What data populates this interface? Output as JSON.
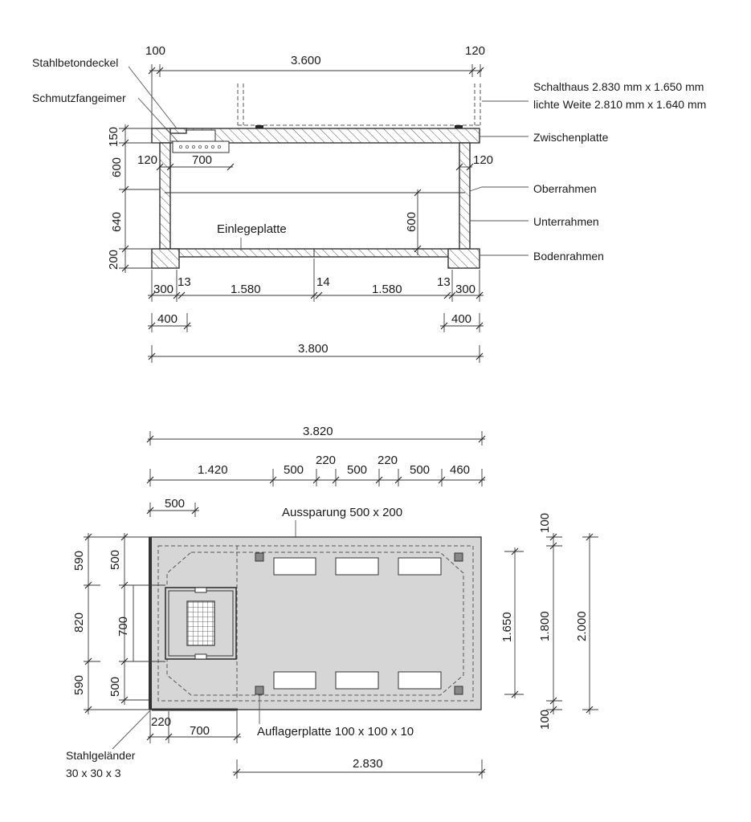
{
  "section": {
    "dims_top": {
      "left": "100",
      "span": "3.600",
      "right": "120"
    },
    "dims_left": {
      "d150": "150",
      "d600": "600",
      "d640": "640",
      "d200": "200"
    },
    "dims_inner": {
      "d120_left": "120",
      "d700": "700",
      "d120_right": "120",
      "d600_right": "600"
    },
    "dims_bottom_row1": {
      "d300a": "300",
      "d13a": "13",
      "d1580a": "1.580",
      "d14": "14",
      "d1580b": "1.580",
      "d13b": "13",
      "d300b": "300"
    },
    "dims_bottom_row2": {
      "d400a": "400",
      "d400b": "400"
    },
    "dims_bottom_total": "3.800",
    "labels": {
      "stahlbetondeckel": "Stahlbetondeckel",
      "schmutzfangeimer": "Schmutzfangeimer",
      "einlegeplatte": "Einlegeplatte",
      "schalthaus_line1": "Schalthaus 2.830 mm x 1.650 mm",
      "schalthaus_line2": "lichte Weite 2.810 mm x 1.640 mm",
      "zwischenplatte": "Zwischenplatte",
      "oberrahmen": "Oberrahmen",
      "unterrahmen": "Unterrahmen",
      "bodenrahmen": "Bodenrahmen"
    }
  },
  "plan": {
    "dims_top_total": "3.820",
    "dims_top_row": {
      "d1420": "1.420",
      "d500a": "500",
      "d220a": "220",
      "d500b": "500",
      "d220b": "220",
      "d500c": "500",
      "d460": "460"
    },
    "dims_top_small": "500",
    "aussparung_label": "Aussparung 500 x 200",
    "dims_left_outer": {
      "d590a": "590",
      "d820": "820",
      "d590b": "590"
    },
    "dims_left_inner": {
      "d500a": "500",
      "d700": "700",
      "d500b": "500"
    },
    "dims_right": {
      "d1650": "1.650",
      "d100a": "100",
      "d1800": "1.800",
      "d100b": "100",
      "d2000": "2.000"
    },
    "dims_bottom": {
      "d220": "220",
      "d700": "700",
      "d2830": "2.830"
    },
    "auflagerplatte_label": "Auflagerplatte 100 x 100 x 10",
    "stahlgelaender_line1": "Stahlgeländer",
    "stahlgelaender_line2": "30 x 30 x 3"
  }
}
